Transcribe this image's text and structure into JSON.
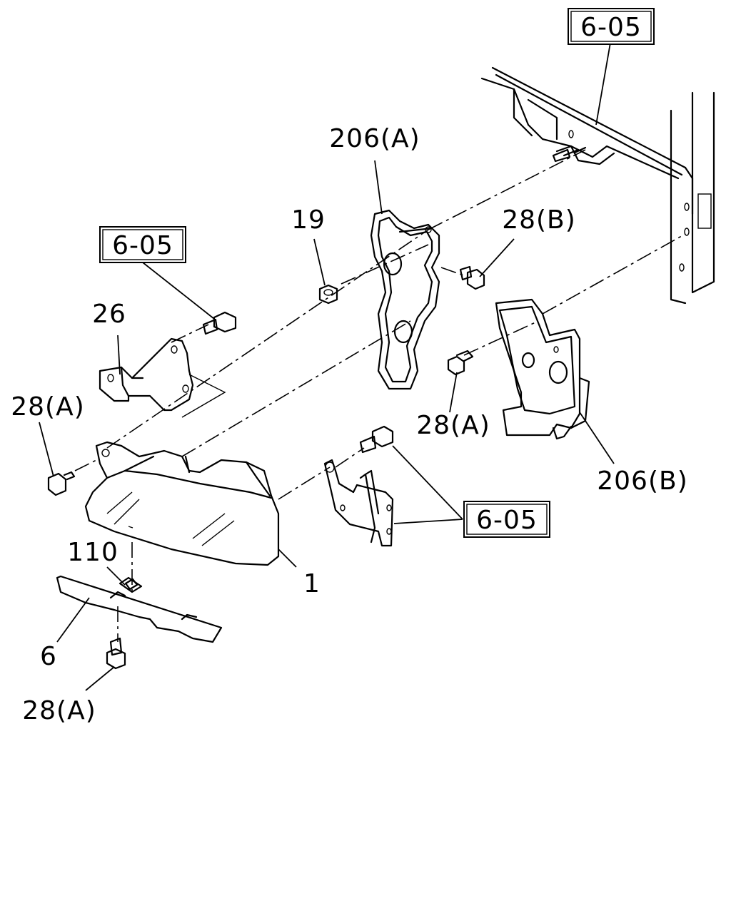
{
  "labels": {
    "ref_top": "6-05",
    "ref_left": "6-05",
    "ref_mid": "6-05",
    "part_206a": "206(A)",
    "part_206b": "206(B)",
    "part_19": "19",
    "part_28b": "28(B)",
    "part_26": "26",
    "part_28a_left": "28(A)",
    "part_28a_mid": "28(A)",
    "part_28a_bottom": "28(A)",
    "part_110": "110",
    "part_1": "1",
    "part_6": "6"
  }
}
